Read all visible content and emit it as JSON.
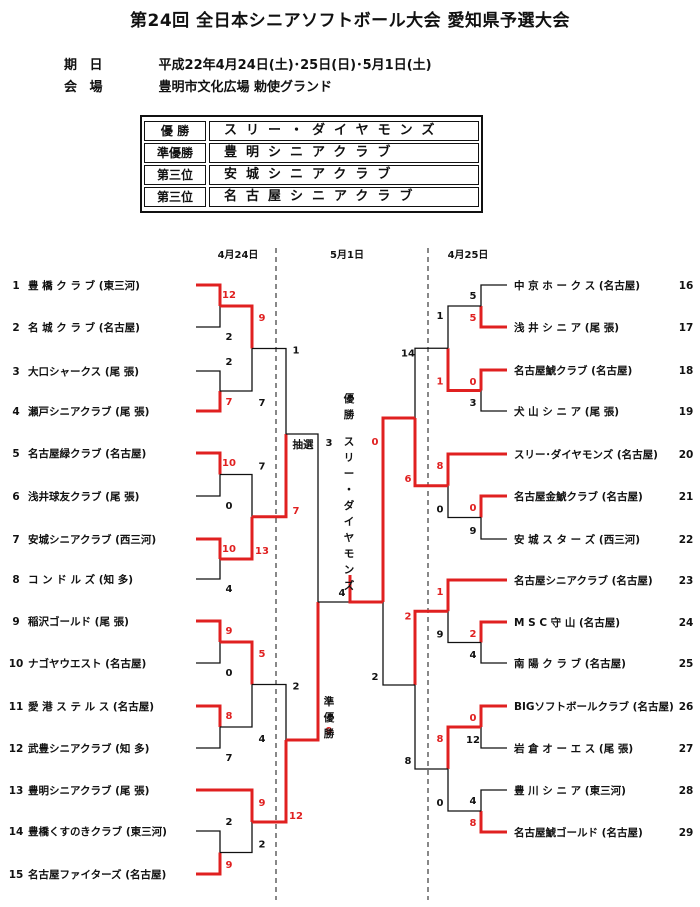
{
  "header": {
    "title": "第24回 全日本シニアソフトボール大会 愛知県予選大会",
    "date_label": "期 日",
    "date_value": "平成22年4月24日(土)･25日(日)･5月1日(土)",
    "venue_label": "会 場",
    "venue_value": "豊明市文化広場 勅使グランド"
  },
  "results": [
    {
      "rank": "優 勝",
      "team": "スリー・ダイヤモンズ"
    },
    {
      "rank": "準優勝",
      "team": "豊明シニアクラブ"
    },
    {
      "rank": "第三位",
      "team": "安城シニアクラブ"
    },
    {
      "rank": "第三位",
      "team": "名古屋シニアクラブ"
    }
  ],
  "bracket": {
    "date_headers": [
      "4月24日",
      "5月1日",
      "4月25日"
    ],
    "left_teams": [
      {
        "num": "1",
        "name": "豊 橋 ク ラ ブ (東三河)"
      },
      {
        "num": "2",
        "name": "名 城 ク ラ ブ (名古屋)"
      },
      {
        "num": "3",
        "name": "大口シャークス (尾 張)"
      },
      {
        "num": "4",
        "name": "瀬戸シニアクラブ (尾 張)"
      },
      {
        "num": "5",
        "name": "名古屋緑クラブ (名古屋)"
      },
      {
        "num": "6",
        "name": "浅井球友クラブ (尾 張)"
      },
      {
        "num": "7",
        "name": "安城シニアクラブ (西三河)"
      },
      {
        "num": "8",
        "name": "コ ン ド ル ズ (知 多)"
      },
      {
        "num": "9",
        "name": "稲沢ゴールド (尾 張)"
      },
      {
        "num": "10",
        "name": "ナゴヤウエスト (名古屋)"
      },
      {
        "num": "11",
        "name": "愛 港 ス テ ル ス (名古屋)"
      },
      {
        "num": "12",
        "name": "武豊シニアクラブ (知 多)"
      },
      {
        "num": "13",
        "name": "豊明シニアクラブ (尾 張)"
      },
      {
        "num": "14",
        "name": "豊橋くすのきクラブ (東三河)"
      },
      {
        "num": "15",
        "name": "名古屋ファイターズ (名古屋)"
      }
    ],
    "right_teams": [
      {
        "num": "16",
        "name": "中 京 ホ ー ク ス (名古屋)"
      },
      {
        "num": "17",
        "name": "浅 井 シ ニ ア (尾 張)"
      },
      {
        "num": "18",
        "name": "名古屋鯱クラブ (名古屋)"
      },
      {
        "num": "19",
        "name": "犬 山 シ ニ ア (尾 張)"
      },
      {
        "num": "20",
        "name": "スリー･ダイヤモンズ (名古屋)"
      },
      {
        "num": "21",
        "name": "名古屋金鯱クラブ (名古屋)"
      },
      {
        "num": "22",
        "name": "安 城 ス タ ー ズ (西三河)"
      },
      {
        "num": "23",
        "name": "名古屋シニアクラブ (名古屋)"
      },
      {
        "num": "24",
        "name": "M S C 守 山 (名古屋)"
      },
      {
        "num": "25",
        "name": "南 陽 ク ラ ブ (名古屋)"
      },
      {
        "num": "26",
        "name": "BIGソフトボールクラブ (名古屋)"
      },
      {
        "num": "27",
        "name": "岩 倉 オ ー エ ス (尾 張)"
      },
      {
        "num": "28",
        "name": "豊 川 シ ニ ア (東三河)"
      },
      {
        "num": "29",
        "name": "名古屋鯱ゴールド (名古屋)"
      }
    ],
    "scores": [
      "12",
      "2",
      "2",
      "7",
      "10",
      "0",
      "10",
      "4",
      "9",
      "0",
      "8",
      "7",
      "2",
      "9",
      "9",
      "7",
      "7",
      "13",
      "5",
      "4",
      "9",
      "2",
      "1",
      "7",
      "2",
      "12",
      "3",
      "9",
      "4",
      "5",
      "5",
      "0",
      "3",
      "0",
      "9",
      "2",
      "4",
      "0",
      "12",
      "4",
      "8",
      "1",
      "1",
      "8",
      "0",
      "1",
      "9",
      "8",
      "0",
      "14",
      "6",
      "2",
      "8",
      "0",
      "2"
    ],
    "annotations": {
      "lottery": "抽選",
      "champion_label": "優 勝",
      "champion_name": "スリー・ダイヤモンズ",
      "runner_up_label": "準優勝"
    }
  },
  "colors": {
    "winner_line": "#e02020",
    "line": "#111111",
    "score_red": "#e02020"
  }
}
